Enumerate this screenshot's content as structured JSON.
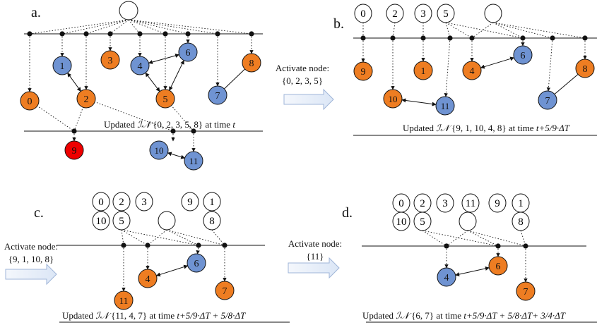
{
  "colors": {
    "orange": "#ee7d22",
    "blue": "#6f93d2",
    "red": "#ee0000",
    "white": "#ffffff",
    "line": "#111111",
    "arrow_fill": "#e7eef9",
    "arrow_stroke": "#9fb5d8"
  },
  "panels": {
    "a": {
      "letter": "a.",
      "caption_prefix": "Updated ",
      "caption_set": "{0, 2, 3, 5, 8}",
      "caption_time": " at time ",
      "caption_t": "t"
    },
    "b": {
      "letter": "b.",
      "caption_prefix": "Updated ",
      "caption_set": "{9, 1, 10, 4, 8}",
      "caption_time": " at time ",
      "caption_t": "t+5/9·ΔT"
    },
    "c": {
      "letter": "c.",
      "caption_prefix": "Updated ",
      "caption_set": "{11, 4, 7}",
      "caption_time": " at time ",
      "caption_t": "t+5/9·ΔT + 5/8·ΔT"
    },
    "d": {
      "letter": "d.",
      "caption_prefix": "Updated ",
      "caption_set": "{6, 7}",
      "caption_time": "  at time ",
      "caption_t": "t+5/9·ΔT + 5/8·ΔT+ 3/4·ΔT"
    }
  },
  "in_symbol": "ℐ𝒩",
  "arrows": {
    "ab": {
      "line1": "Activate node:",
      "line2": "{0, 2, 3, 5}"
    },
    "bc": {
      "line1": "Activate node:",
      "line2": "{9, 1, 10, 8}"
    },
    "cd": {
      "line1": "Activate node:",
      "line2": "{11}"
    }
  },
  "nodes": {
    "a": [
      {
        "label": "",
        "color": "white"
      },
      {
        "label": "1",
        "color": "blue"
      },
      {
        "label": "3",
        "color": "orange"
      },
      {
        "label": "4",
        "color": "blue"
      },
      {
        "label": "6",
        "color": "blue"
      },
      {
        "label": "8",
        "color": "orange"
      },
      {
        "label": "0",
        "color": "orange"
      },
      {
        "label": "2",
        "color": "orange"
      },
      {
        "label": "5",
        "color": "orange"
      },
      {
        "label": "7",
        "color": "blue"
      },
      {
        "label": "9",
        "color": "red"
      },
      {
        "label": "10",
        "color": "blue"
      },
      {
        "label": "11",
        "color": "blue"
      }
    ],
    "b": [
      {
        "label": "0",
        "color": "white"
      },
      {
        "label": "2",
        "color": "white"
      },
      {
        "label": "3",
        "color": "white"
      },
      {
        "label": "5",
        "color": "white"
      },
      {
        "label": "",
        "color": "white"
      },
      {
        "label": "9",
        "color": "orange"
      },
      {
        "label": "1",
        "color": "orange"
      },
      {
        "label": "4",
        "color": "orange"
      },
      {
        "label": "6",
        "color": "blue"
      },
      {
        "label": "8",
        "color": "orange"
      },
      {
        "label": "10",
        "color": "orange"
      },
      {
        "label": "11",
        "color": "blue"
      },
      {
        "label": "7",
        "color": "blue"
      }
    ],
    "c": [
      {
        "label": "0",
        "color": "white"
      },
      {
        "label": "2",
        "color": "white"
      },
      {
        "label": "3",
        "color": "white"
      },
      {
        "label": "9",
        "color": "white"
      },
      {
        "label": "1",
        "color": "white"
      },
      {
        "label": "10",
        "color": "white"
      },
      {
        "label": "5",
        "color": "white"
      },
      {
        "label": "",
        "color": "white"
      },
      {
        "label": "8",
        "color": "white"
      },
      {
        "label": "6",
        "color": "blue"
      },
      {
        "label": "4",
        "color": "orange"
      },
      {
        "label": "7",
        "color": "orange"
      },
      {
        "label": "11",
        "color": "orange"
      }
    ],
    "d": [
      {
        "label": "0",
        "color": "white"
      },
      {
        "label": "2",
        "color": "white"
      },
      {
        "label": "3",
        "color": "white"
      },
      {
        "label": "11",
        "color": "white"
      },
      {
        "label": "9",
        "color": "white"
      },
      {
        "label": "1",
        "color": "white"
      },
      {
        "label": "10",
        "color": "white"
      },
      {
        "label": "5",
        "color": "white"
      },
      {
        "label": "",
        "color": "white"
      },
      {
        "label": "8",
        "color": "white"
      },
      {
        "label": "6",
        "color": "orange"
      },
      {
        "label": "4",
        "color": "blue"
      },
      {
        "label": "7",
        "color": "orange"
      }
    ]
  }
}
